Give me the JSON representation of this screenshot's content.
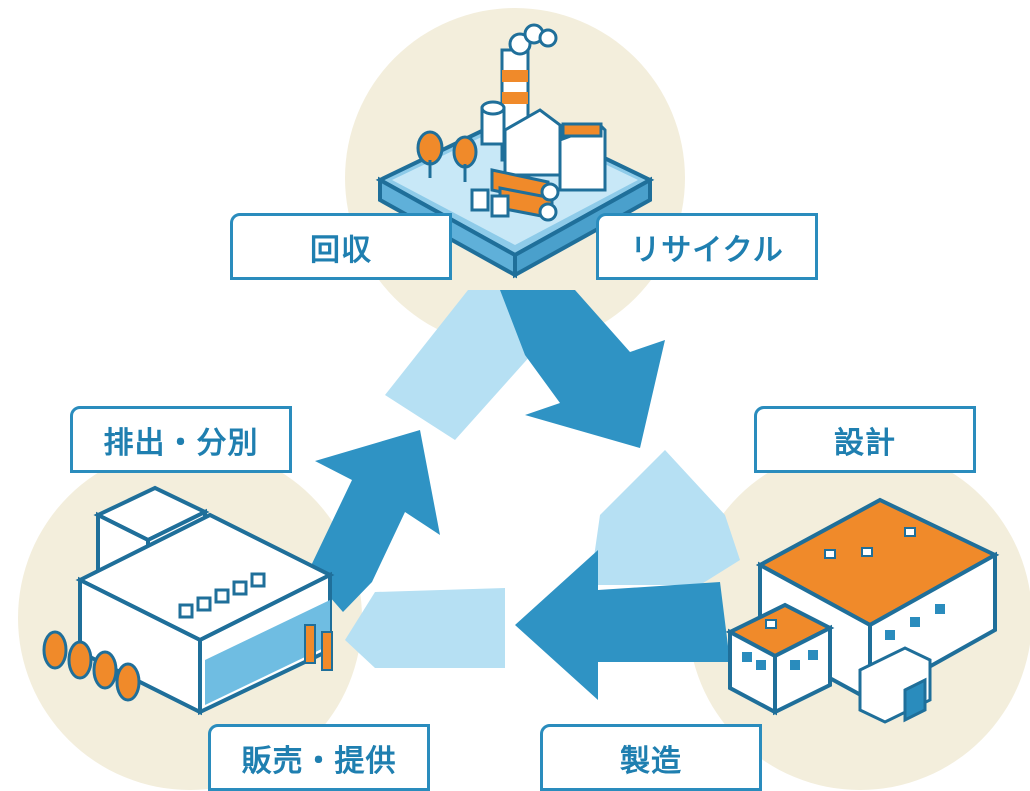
{
  "stages": {
    "collection": "回収",
    "recycling": "リサイクル",
    "design": "設計",
    "manufacturing": "製造",
    "sales": "販売・提供",
    "disposal": "排出・分別"
  },
  "colors": {
    "accent_blue": "#2a8cbd",
    "dark_arrow": "#2f93c4",
    "light_arrow": "#b6e0f3",
    "circle_bg": "#f3eedc",
    "building_orange": "#f08a2a"
  }
}
